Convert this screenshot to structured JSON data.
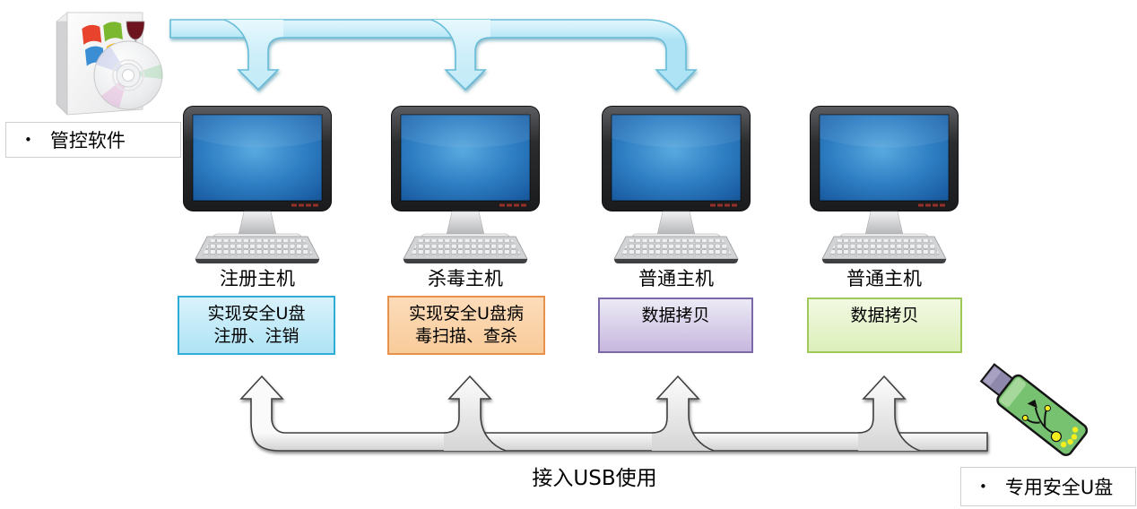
{
  "software_box": {
    "bullet": "•",
    "label": "管控软件"
  },
  "usb_box": {
    "bullet": "•",
    "label": "专用安全U盘"
  },
  "caption": {
    "text": "接入USB使用"
  },
  "hosts": [
    {
      "label": "注册主机",
      "box": {
        "lines": [
          "实现安全U盘",
          "注册、注销"
        ],
        "fill_top": "#d9f2fb",
        "fill_bottom": "#aee3f5",
        "border": "#2fadd6"
      }
    },
    {
      "label": "杀毒主机",
      "box": {
        "lines": [
          "实现安全U盘病",
          "毒扫描、查杀"
        ],
        "fill_top": "#fcdcba",
        "fill_bottom": "#f9cb99",
        "border": "#e8914a"
      }
    },
    {
      "label": "普通主机",
      "box": {
        "lines": [
          "数据拷贝"
        ],
        "fill_top": "#eceaf5",
        "fill_bottom": "#c7b7df",
        "border": "#7b68a8"
      }
    },
    {
      "label": "普通主机",
      "box": {
        "lines": [
          "数据拷贝"
        ],
        "fill_top": "#f2f9e2",
        "fill_bottom": "#dcefba",
        "border": "#9fc959"
      }
    }
  ],
  "palette": {
    "blue_arrow_fill_top": "#e7f8fd",
    "blue_arrow_fill_bottom": "#b5e6f6",
    "blue_arrow_stroke": "#66bcd8",
    "gray_arrow_fill_top": "#fbfbfb",
    "gray_arrow_fill_bottom": "#d2d2d2",
    "gray_arrow_stroke": "#404040",
    "monitor_screen_blue": "#2f7fc4",
    "usb_drive_green": "#77c271"
  }
}
